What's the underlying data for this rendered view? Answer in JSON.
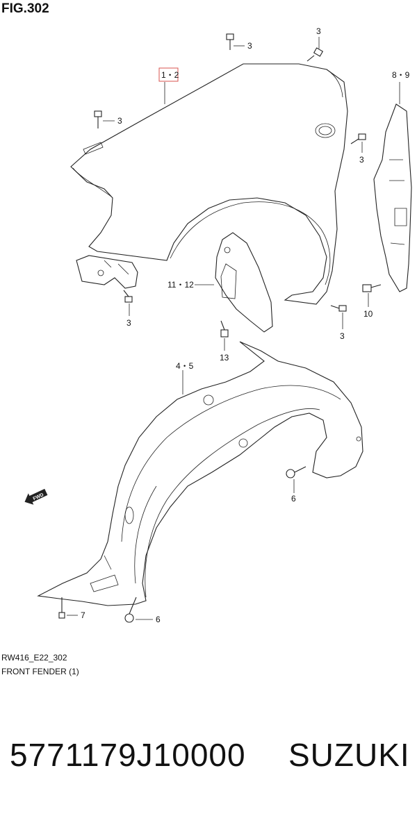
{
  "figure": {
    "title": "FIG.302"
  },
  "callouts": {
    "fender": "1・2",
    "bolt_top": "3",
    "bolt_top_right": "3",
    "bolt_left": "3",
    "bolt_right": "3",
    "bolt_bracket": "3",
    "bolt_lower_right": "3",
    "bracket_right": "8・9",
    "bolt_10": "10",
    "bracket_mid": "11・12",
    "screw_13": "13",
    "liner": "4・5",
    "clip_6_right": "6",
    "clip_6_bottom": "6",
    "screw_7": "7"
  },
  "direction_arrow": "FWD",
  "footer": {
    "ref_code": "RW416_E22_302",
    "ref_title": "FRONT FENDER (1)"
  },
  "banner": {
    "part_number": "5771179J10000",
    "brand": "SUZUKI"
  },
  "colors": {
    "highlight": "#d9534f",
    "line": "#222222"
  }
}
